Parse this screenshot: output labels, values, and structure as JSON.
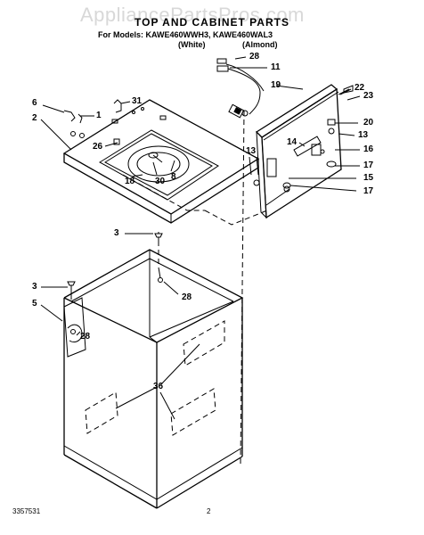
{
  "watermark": "AppliancePartsPros.com",
  "title": "TOP AND CABINET PARTS",
  "models_line": "For Models: KAWE460WWH3, KAWE460WAL3",
  "variant_white": "(White)",
  "variant_almond": "(Almond)",
  "part_callouts": [
    "28",
    "11",
    "19",
    "22",
    "23",
    "6",
    "31",
    "1",
    "2",
    "20",
    "13",
    "26",
    "16",
    "13",
    "14",
    "17",
    "18",
    "30",
    "8",
    "15",
    "17",
    "3",
    "28",
    "3",
    "5",
    "28",
    "36"
  ],
  "footer_left": "3357531",
  "footer_page": "2"
}
